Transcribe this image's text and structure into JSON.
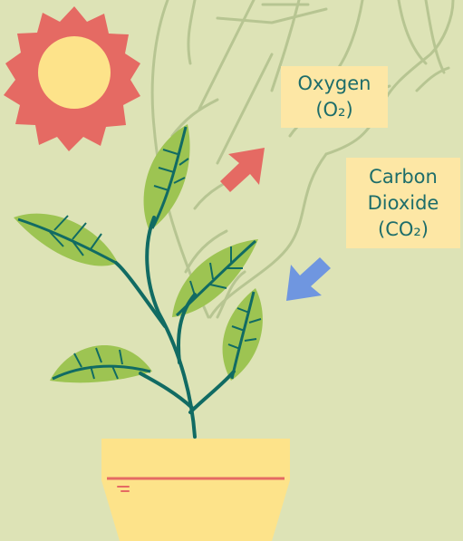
{
  "labels": {
    "oxygen": {
      "line1": "Oxygen",
      "line2": "(O₂)"
    },
    "carbon_dioxide": {
      "line1": "Carbon",
      "line2": "Dioxide",
      "line3": "(CO₂)"
    }
  },
  "colors": {
    "background": "#dde3b6",
    "sun": "#e56a63",
    "sun_core": "#fde38a",
    "leaf": "#9dc452",
    "stem": "#116b63",
    "pot": "#fde38a",
    "pot_stripe": "#e56a63",
    "oxygen_arrow": "#e56a63",
    "co2_arrow": "#6f96e0",
    "tree_outline": "#b7c592",
    "label_box": "#fde7a5",
    "label_text": "#1d6d6a"
  },
  "icons": {
    "sun": "sun-icon",
    "oxygen_arrow": "arrow-up-right-icon",
    "co2_arrow": "arrow-down-left-icon",
    "plant": "plant-icon",
    "pot": "flower-pot-icon"
  }
}
